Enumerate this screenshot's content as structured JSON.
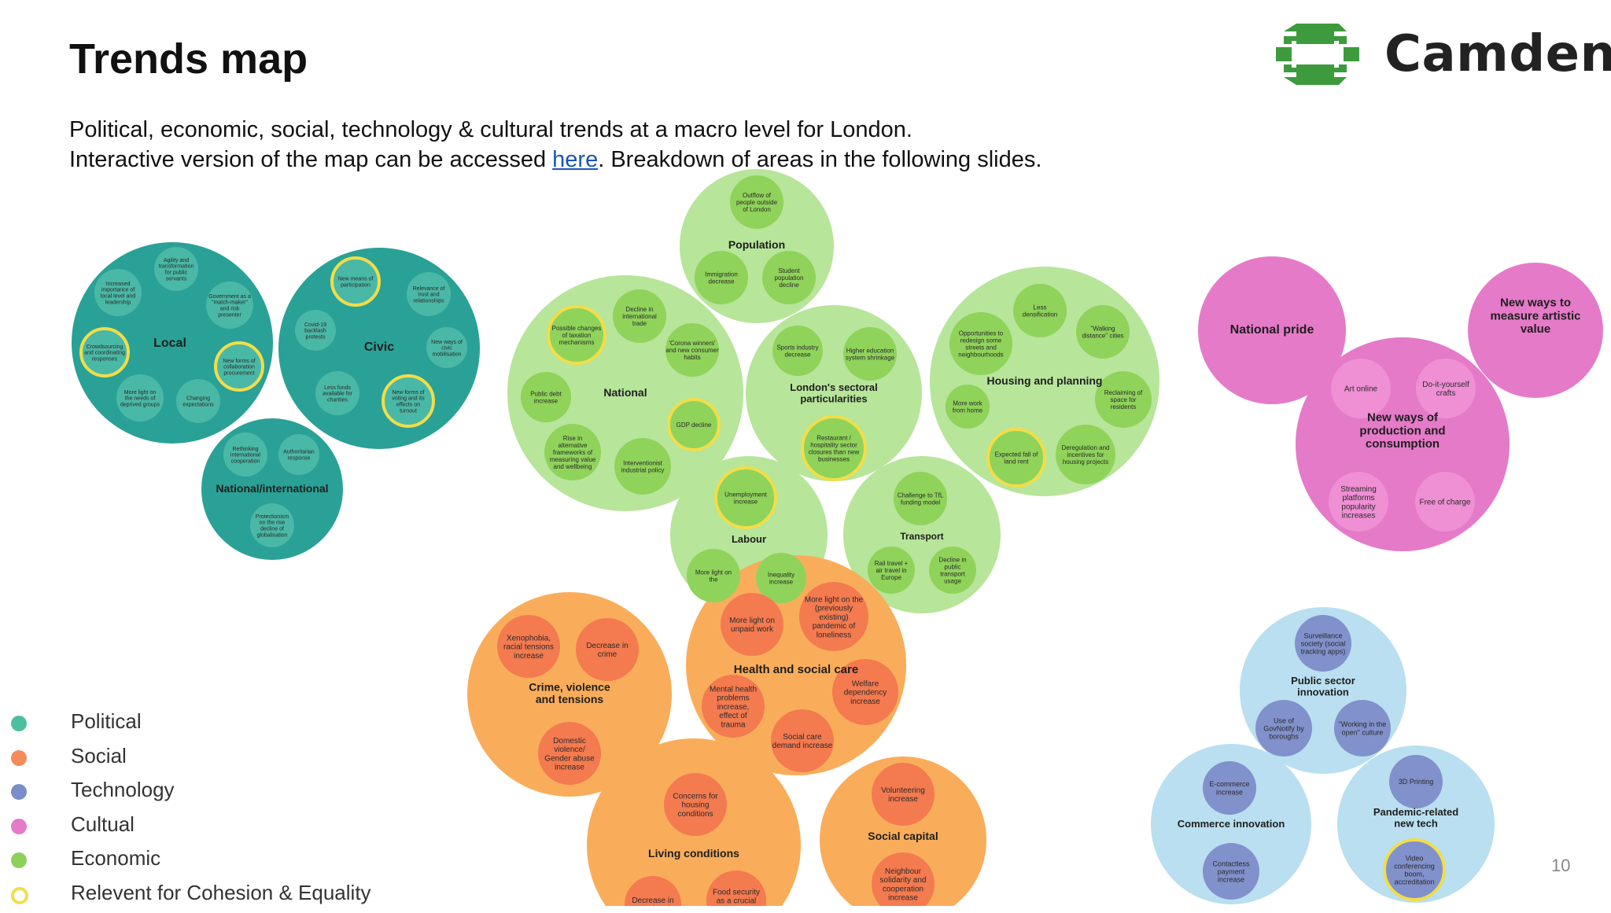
{
  "slide": {
    "title": "Trends map",
    "subtitle_line1": "Political, economic, social, technology & cultural trends at a macro level for London.",
    "subtitle_line2_before": "Interactive version of the map can be accessed ",
    "subtitle_link": "here",
    "subtitle_line2_after": ". Breakdown of areas in the following slides.",
    "page_number": "10",
    "logo_text": "Camden"
  },
  "colors": {
    "political": "#2aa196",
    "social": "#f9a64f",
    "technology": "#7b8ec9",
    "cultural": "#e57ac8",
    "economic": "#8cd15a",
    "highlight": "#f2dd49",
    "logo_green": "#3d9b3d"
  },
  "legend": [
    {
      "label": "Political",
      "color": "#4cbfa0",
      "ring": false
    },
    {
      "label": "Social",
      "color": "#f58a5b",
      "ring": false
    },
    {
      "label": "Technology",
      "color": "#7b8ec9",
      "ring": false
    },
    {
      "label": "Cultual",
      "color": "#e57ac8",
      "ring": false
    },
    {
      "label": "Economic",
      "color": "#8cd15a",
      "ring": false
    },
    {
      "label": "Relevent for Cohesion & Equality",
      "color": "#f2dd49",
      "ring": true
    }
  ],
  "groups": [
    {
      "id": "local",
      "label": "Local",
      "category": "political",
      "trends": [
        "Agility and transformation for public servants",
        "Increased importance of local level and leadership",
        "Government as a \"match-maker\" and risk presenter",
        "Crowdsourcing and coordinating responses",
        "New forms of collaboration procurement",
        "More light on the needs of deprived groups",
        "Changing expectations"
      ]
    },
    {
      "id": "civic",
      "label": "Civic",
      "category": "political",
      "trends": [
        "New means of participation",
        "Relevance of trust and relationships",
        "Covid-19 backlash protests",
        "New ways of civic mobilisation",
        "Less funds available for charities",
        "New forms of voting and its effects on turnout"
      ]
    },
    {
      "id": "national-international",
      "label": "National/international",
      "category": "political",
      "trends": [
        "Rethinking international cooperation",
        "Authoritarian response",
        "Protectionism on the rise decline of globalisation"
      ]
    },
    {
      "id": "population",
      "label": "Population",
      "category": "economic",
      "trends": [
        "Outflow of people outside of London",
        "Immigration decrease",
        "Student population decline"
      ]
    },
    {
      "id": "national",
      "label": "National",
      "category": "economic",
      "trends": [
        "Possible changes of taxation mechanisms",
        "Decline in international trade",
        "'Corona winners' and new consumer habits",
        "Public debt increase",
        "GDP decline",
        "Rise in alternative frameworks of measuring value and wellbeing",
        "Interventionist industrial policy"
      ]
    },
    {
      "id": "london-sectoral",
      "label": "London's sectoral particularities",
      "category": "economic",
      "trends": [
        "Sports industry decrease",
        "Higher education system shrinkage",
        "Restaurant / hospitality sector closures than new businesses"
      ]
    },
    {
      "id": "housing",
      "label": "Housing and planning",
      "category": "economic",
      "trends": [
        "Less densification",
        "Opportunities to redesign some streets and neighbourhoods",
        "\"Walking distance\" cities",
        "More work from home",
        "Reclaiming of space for residents",
        "Expected fall of land rent",
        "Deregulation and incentives for housing projects"
      ]
    },
    {
      "id": "labour",
      "label": "Labour",
      "category": "economic",
      "trends": [
        "Unemployment increase",
        "More light on the",
        "Inequality increase"
      ]
    },
    {
      "id": "transport",
      "label": "Transport",
      "category": "economic",
      "trends": [
        "Challenge to TfL funding model",
        "Rail travel + air travel in Europe",
        "Decline in public transport usage"
      ]
    },
    {
      "id": "national-pride",
      "label": "National pride",
      "category": "cultural",
      "trends": []
    },
    {
      "id": "artistic-value",
      "label": "New ways to measure artistic value",
      "category": "cultural",
      "trends": []
    },
    {
      "id": "production-consumption",
      "label": "New ways of production and consumption",
      "category": "cultural",
      "trends": [
        "Art online",
        "Do-it-yourself crafts",
        "Streaming platforms popularity increases",
        "Free of charge"
      ]
    },
    {
      "id": "crime",
      "label": "Crime, violence and tensions",
      "category": "social",
      "trends": [
        "Xenophobia, racial tensions increase",
        "Decrease in crime",
        "Domestic violence/ Gender abuse increase"
      ]
    },
    {
      "id": "health",
      "label": "Health and social care",
      "category": "social",
      "trends": [
        "More light on unpaid work",
        "More light on the (previously existing) pandemic of loneliness",
        "Mental health problems increase, effect of trauma",
        "Welfare dependency increase",
        "Social care demand increase"
      ]
    },
    {
      "id": "living",
      "label": "Living conditions",
      "category": "social",
      "trends": [
        "Concerns for housing conditions",
        "Decrease in rough sleeping",
        "Food security as a crucial issue"
      ]
    },
    {
      "id": "social-capital",
      "label": "Social capital",
      "category": "social",
      "trends": [
        "Volunteering increase",
        "Neighbour solidarity and cooperation increase"
      ]
    },
    {
      "id": "public-sector",
      "label": "Public sector innovation",
      "category": "technology",
      "trends": [
        "Surveillance society (social tracking apps)",
        "Use of GovNotify by boroughs",
        "\"Working in the open\" culture"
      ]
    },
    {
      "id": "commerce",
      "label": "Commerce innovation",
      "category": "technology",
      "trends": [
        "E-commerce increase",
        "Contactless payment increase"
      ]
    },
    {
      "id": "pandemic-tech",
      "label": "Pandemic-related new tech",
      "category": "technology",
      "trends": [
        "3D Printing",
        "Video conferencing boom, accreditation"
      ]
    }
  ]
}
